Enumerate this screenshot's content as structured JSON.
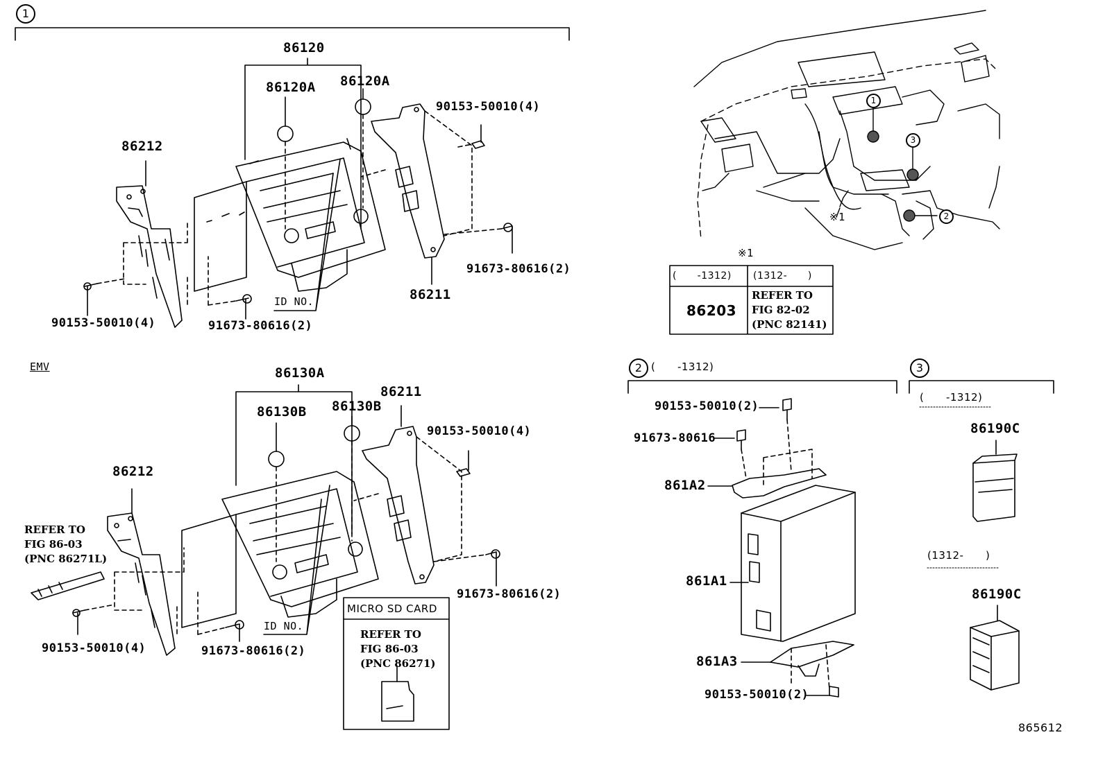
{
  "section1": {
    "marker": "1",
    "part_86120": "86120",
    "part_86120A_left": "86120A",
    "part_86120A_right": "86120A",
    "part_86212": "86212",
    "part_86211": "86211",
    "bolt_top_right": "90153-50010(4)",
    "bolt_bottom_right": "91673-80616(2)",
    "bolt_bottom_left": "90153-50010(4)",
    "bolt_bottom_center": "91673-80616(2)",
    "id_no": "ID NO."
  },
  "section_emv": {
    "tag": "EMV",
    "part_86130A": "86130A",
    "part_86130B_left": "86130B",
    "part_86130B_right": "86130B",
    "part_86211": "86211",
    "part_86212": "86212",
    "bolt_top_right": "90153-50010(4)",
    "bolt_bottom_right": "91673-80616(2)",
    "bolt_bottom_left": "90153-50010(4)",
    "bolt_bottom_center": "91673-80616(2)",
    "id_no": "ID NO.",
    "refer_left": "REFER TO\nFIG 86-03\n(PNC 86271L)",
    "sd_title": "MICRO SD CARD",
    "sd_refer": "REFER TO\nFIG 86-03\n(PNC 86271)"
  },
  "dash": {
    "callout_1": "1",
    "callout_2": "2",
    "callout_3": "3",
    "note_mark": "※1",
    "table_note": "※1",
    "col1_head": "(      -1312)",
    "col2_head": "(1312-      )",
    "col1_value": "86203",
    "col2_value": "REFER TO\nFIG 82-02\n(PNC 82141)"
  },
  "section2": {
    "marker": "2",
    "range": "(      -1312)",
    "bolt_top": "90153-50010(2)",
    "bolt_second": "91673-80616",
    "part_861A2": "861A2",
    "part_861A1": "861A1",
    "part_861A3": "861A3",
    "bolt_bottom": "90153-50010(2)"
  },
  "section3": {
    "marker": "3",
    "range_a": "(      -1312)",
    "part_a": "86190C",
    "range_b": "(1312-      )",
    "part_b": "86190C"
  },
  "figure_id": "865612"
}
